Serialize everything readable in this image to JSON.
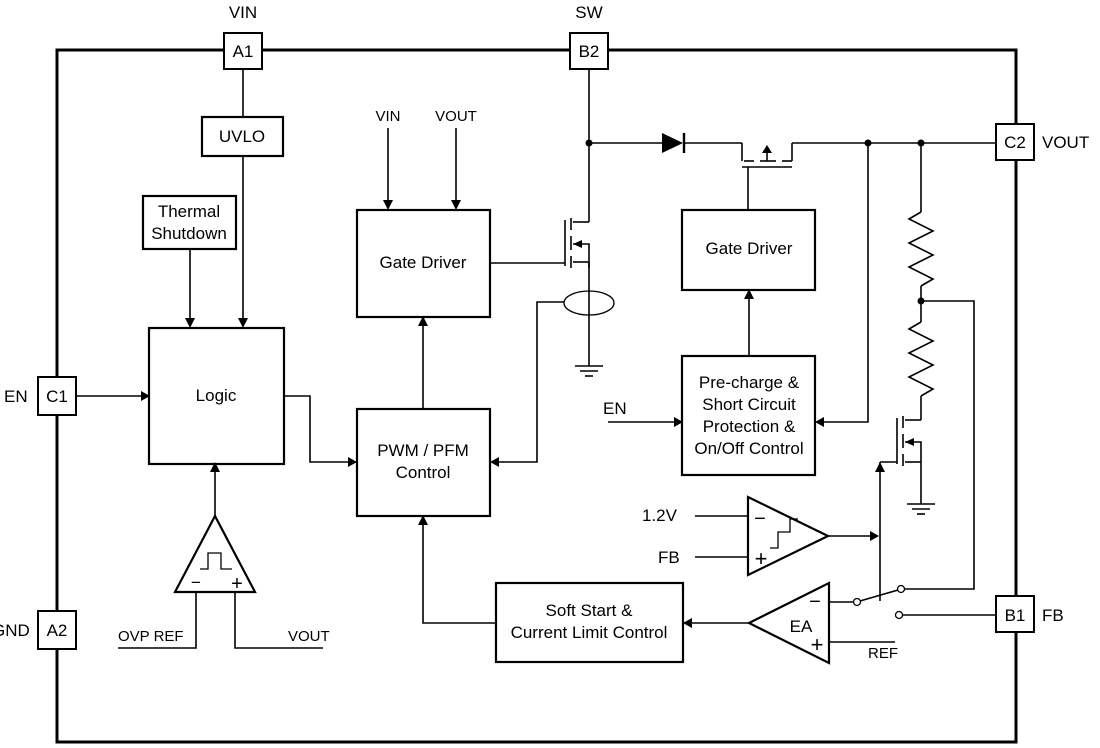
{
  "pins": {
    "a1": {
      "id": "A1",
      "signal": "VIN"
    },
    "b2": {
      "id": "B2",
      "signal": "SW"
    },
    "c2": {
      "id": "C2",
      "signal": "VOUT"
    },
    "c1": {
      "id": "C1",
      "signal": "EN"
    },
    "a2": {
      "id": "A2",
      "signal": "GND"
    },
    "b1": {
      "id": "B1",
      "signal": "FB"
    }
  },
  "blocks": {
    "uvlo": "UVLO",
    "thermal": [
      "Thermal",
      "Shutdown"
    ],
    "logic": "Logic",
    "gate_driver_left": "Gate Driver",
    "gate_driver_right": "Gate Driver",
    "pwm": [
      "PWM / PFM",
      "Control"
    ],
    "precharge": [
      "Pre-charge &",
      "Short Circuit",
      "Protection &",
      "On/Off Control"
    ],
    "softstart": [
      "Soft Start &",
      "Current Limit Control"
    ],
    "ea": "EA"
  },
  "labels": {
    "gd_vin": "VIN",
    "gd_vout": "VOUT",
    "en_in": "EN",
    "ref_12v": "1.2V",
    "fb_in": "FB",
    "ovp_ref": "OVP REF",
    "vout_in": "VOUT",
    "ref": "REF",
    "minus": "−",
    "plus": "+"
  }
}
